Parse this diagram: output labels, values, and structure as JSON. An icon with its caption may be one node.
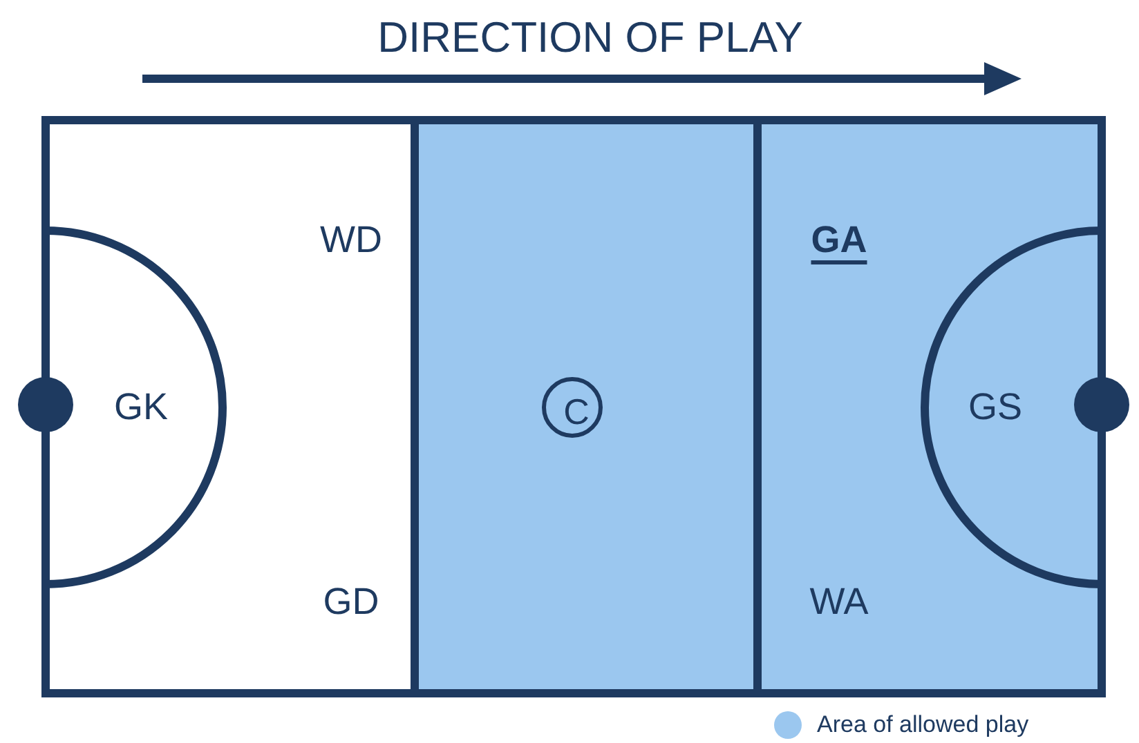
{
  "diagram": {
    "title": "DIRECTION OF PLAY",
    "nodes": [
      {
        "text": [
          "WD",
          "GD"
        ]
      },
      {
        "text": [
          "GK"
        ],
        "in": 0
      },
      {
        "text": [],
        "shape": "box"
      },
      {
        "text": [
          "C"
        ],
        "in": 2
      },
      {
        "text": [
          "GA",
          "WA"
        ]
      },
      {
        "text": [
          "GS"
        ],
        "in": 4
      }
    ],
    "legend": [
      {
        "text": "Area of allowed play",
        "color": "#9bc7ef"
      }
    ]
  }
}
